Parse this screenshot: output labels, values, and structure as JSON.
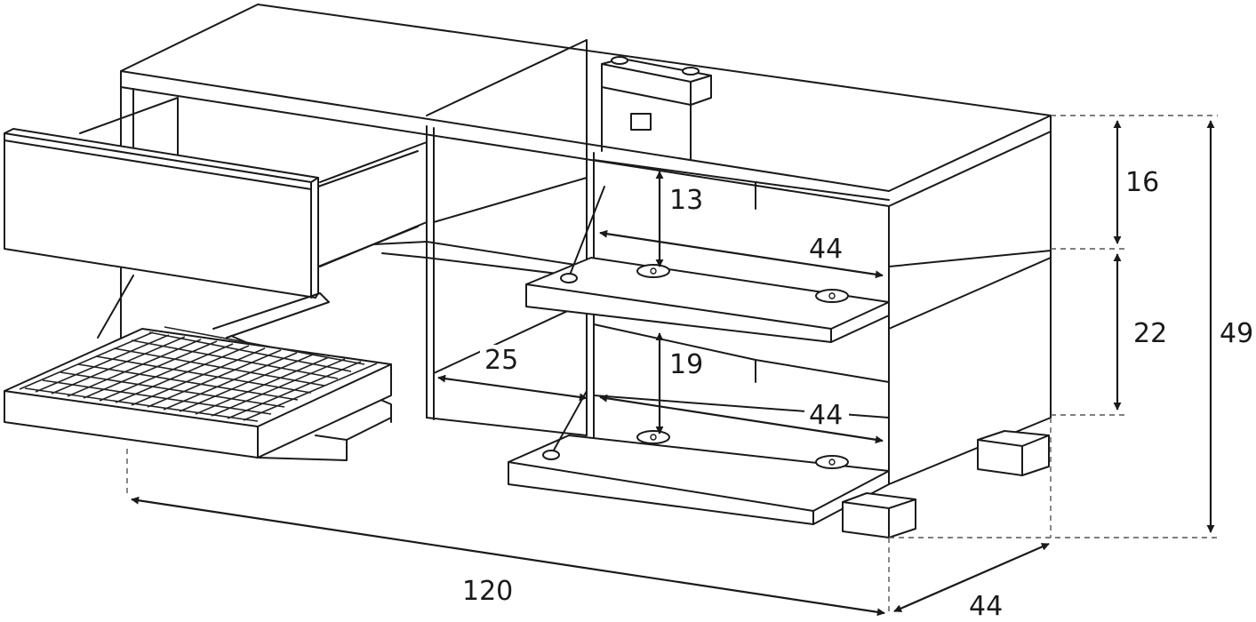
{
  "dimensions": {
    "top_section_height": "16",
    "middle_section_height": "22",
    "total_height": "49",
    "width": "120",
    "depth": "44",
    "upper_compartment_height": "13",
    "upper_compartment_depth": "44",
    "lower_compartment_height": "19",
    "lower_compartment_depth": "44",
    "center_compartment_width": "25"
  }
}
